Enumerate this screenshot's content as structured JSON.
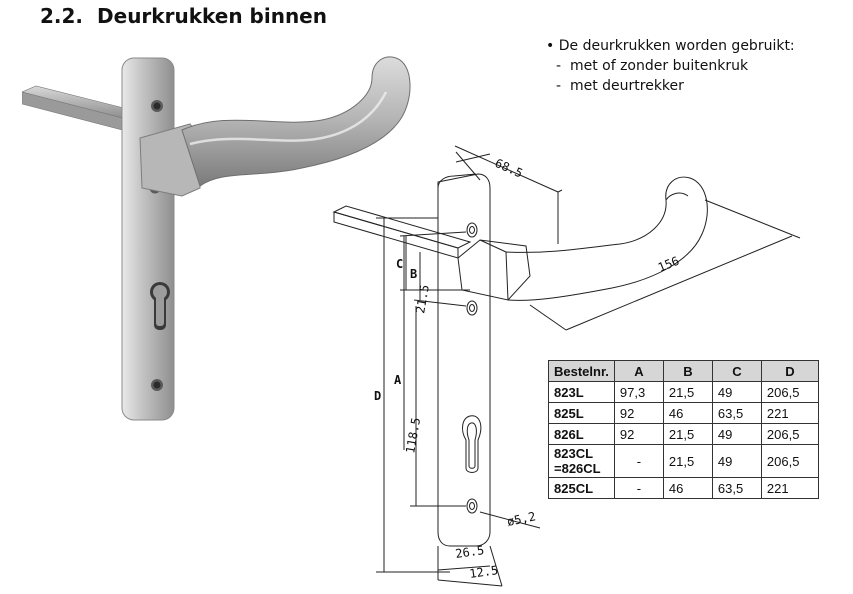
{
  "heading": {
    "number": "2.2.",
    "title": "Deurkrukken binnen"
  },
  "bullets": {
    "intro": "De deurkrukken worden gebruikt:",
    "items": [
      "met of zonder buitenkruk",
      "met deurtrekker"
    ]
  },
  "drawing": {
    "dims": {
      "top_width": "68.5",
      "length": "156",
      "pitch": "21.5",
      "lower": "118.5",
      "hole": "ø5,2",
      "plate_width": "26.5",
      "plate_half": "12.5"
    },
    "letters": {
      "a": "A",
      "b": "B",
      "c": "C",
      "d": "D"
    }
  },
  "table": {
    "headers": [
      "Bestelnr.",
      "A",
      "B",
      "C",
      "D"
    ],
    "rows": [
      [
        "823L",
        "97,3",
        "21,5",
        "49",
        "206,5"
      ],
      [
        "825L",
        "92",
        "46",
        "63,5",
        "221"
      ],
      [
        "826L",
        "92",
        "21,5",
        "49",
        "206,5"
      ],
      [
        "823CL\n=826CL",
        "-",
        "21,5",
        "49",
        "206,5"
      ],
      [
        "825CL",
        "-",
        "46",
        "63,5",
        "221"
      ]
    ]
  }
}
